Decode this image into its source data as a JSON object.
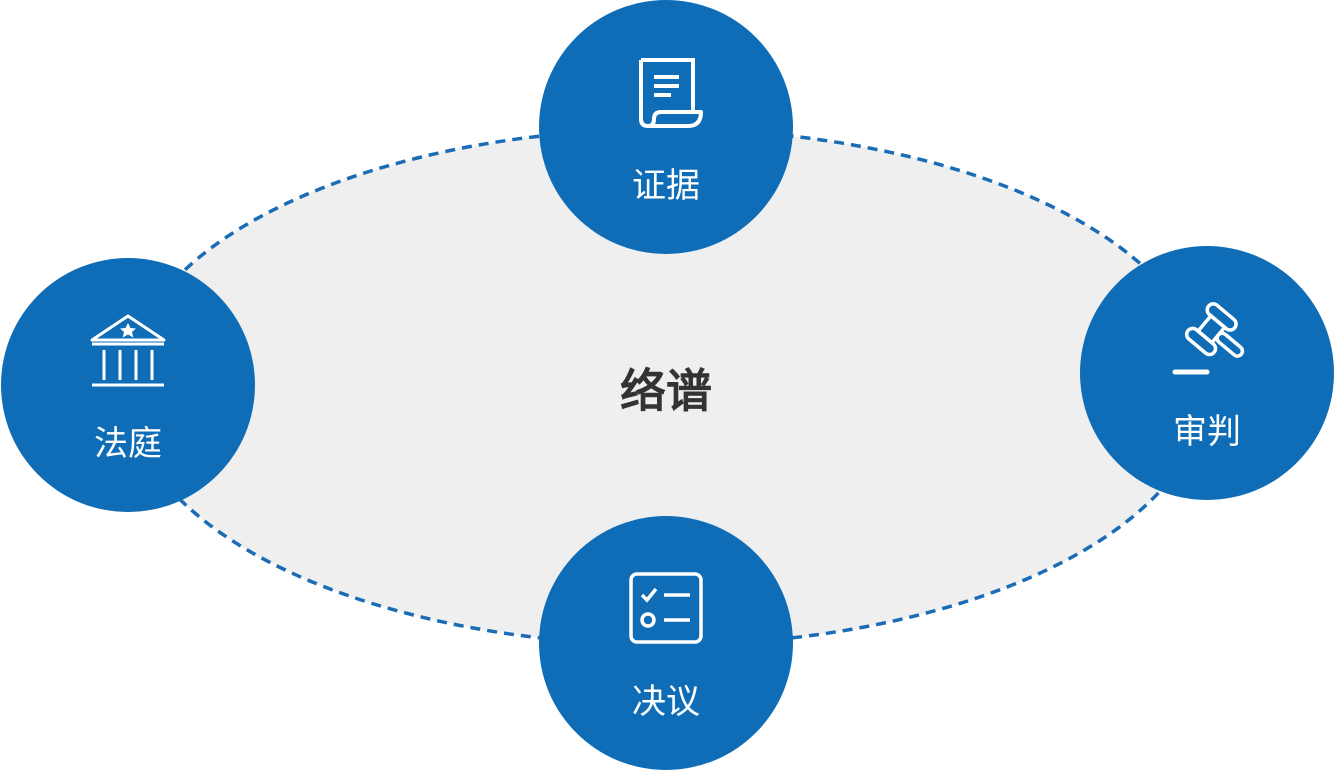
{
  "title": "络谱",
  "colors": {
    "node": "#0f6db7",
    "ellipse_fill": "#efefef",
    "dash": "#1a6cb6",
    "title": "#333333"
  },
  "nodes": [
    {
      "label": "证据",
      "icon": "document-icon"
    },
    {
      "label": "审判",
      "icon": "gavel-icon"
    },
    {
      "label": "决议",
      "icon": "checklist-icon"
    },
    {
      "label": "法庭",
      "icon": "courthouse-icon"
    }
  ]
}
